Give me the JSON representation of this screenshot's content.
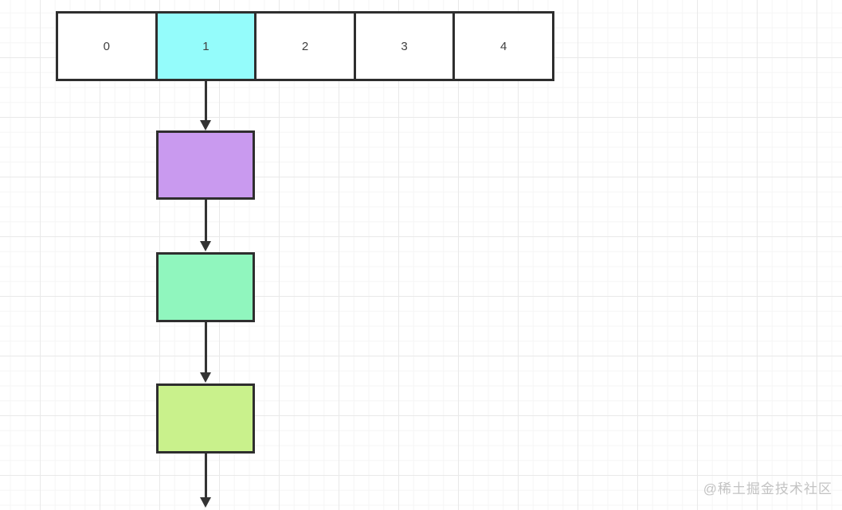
{
  "diagram": {
    "array": {
      "cells": [
        {
          "label": "0",
          "fill": "#ffffff"
        },
        {
          "label": "1",
          "fill": "#94fcfb"
        },
        {
          "label": "2",
          "fill": "#ffffff"
        },
        {
          "label": "3",
          "fill": "#ffffff"
        },
        {
          "label": "4",
          "fill": "#ffffff"
        }
      ],
      "highlighted_index": 1
    },
    "chain_nodes": [
      {
        "name": "purple-node",
        "fill": "#c99aef"
      },
      {
        "name": "green-node",
        "fill": "#90f6be"
      },
      {
        "name": "yellow-green-node",
        "fill": "#c9f18c"
      }
    ],
    "colors": {
      "border": "#2e2e2e",
      "arrow": "#333333",
      "grid_major": "#e9e9e9",
      "grid_minor": "#f5f5f5"
    }
  },
  "watermark": {
    "text": "@稀土掘金技术社区",
    "color": "#c3c3c3"
  }
}
